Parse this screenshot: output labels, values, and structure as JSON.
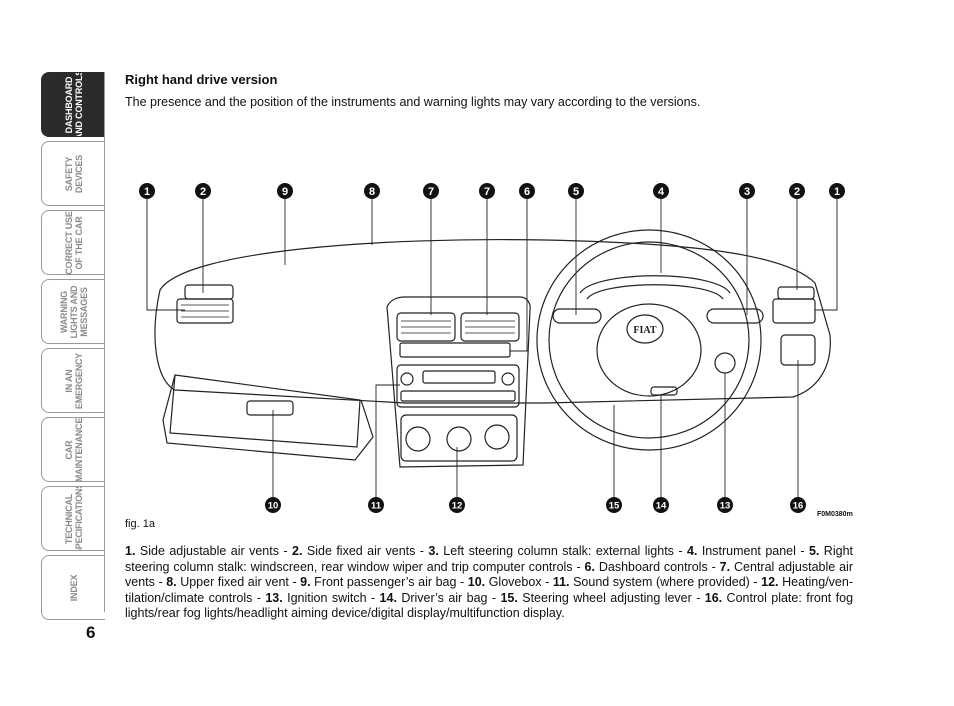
{
  "sidebar": {
    "tabs": [
      {
        "label": "DASHBOARD\nAND CONTROLS",
        "active": true
      },
      {
        "label": "SAFETY\nDEVICES",
        "active": false
      },
      {
        "label": "CORRECT USE\nOF THE CAR",
        "active": false
      },
      {
        "label": "WARNING\nLIGHTS AND\nMESSAGES",
        "active": false
      },
      {
        "label": "IN AN\nEMERGENCY",
        "active": false
      },
      {
        "label": "CAR\nMAINTENANCE",
        "active": false
      },
      {
        "label": "TECHNICAL\nSPECIFICATIONS",
        "active": false
      },
      {
        "label": "INDEX",
        "active": false
      }
    ]
  },
  "page": {
    "number": "6",
    "heading": "Right hand drive version",
    "intro": "The presence and the position of the instruments and warning lights may vary according to the versions."
  },
  "figure": {
    "label": "fig. 1a",
    "code": "F0M0380m",
    "brand_text": "FIAT",
    "top_callouts": [
      "1",
      "2",
      "9",
      "8",
      "7",
      "7",
      "6",
      "5",
      "4",
      "3",
      "2",
      "1"
    ],
    "bottom_callouts": [
      "10",
      "11",
      "12",
      "15",
      "14",
      "13",
      "16"
    ]
  },
  "caption": {
    "items": [
      {
        "num": "1.",
        "text": " Side adjustable air vents - "
      },
      {
        "num": "2.",
        "text": " Side fixed air vents - "
      },
      {
        "num": "3.",
        "text": " Left steering column stalk: external lights - "
      },
      {
        "num": "4.",
        "text": " Instrument panel - "
      },
      {
        "num": "5.",
        "text": " Right steering column stalk: windscreen, rear window wiper and trip computer controls - "
      },
      {
        "num": "6.",
        "text": " Dashboard controls - "
      },
      {
        "num": "7.",
        "text": " Central adjustable air vents - "
      },
      {
        "num": "8.",
        "text": " Upper fixed air vent - "
      },
      {
        "num": "9.",
        "text": " Front passenger’s air bag - "
      },
      {
        "num": "10.",
        "text": " Glovebox - "
      },
      {
        "num": "11.",
        "text": " Sound system (where provided) - "
      },
      {
        "num": "12.",
        "text": " Heating/ven­tilation/climate controls - "
      },
      {
        "num": "13.",
        "text": " Ignition switch - "
      },
      {
        "num": "14.",
        "text": " Driver’s air bag - "
      },
      {
        "num": "15.",
        "text": " Steering wheel adjusting lever - "
      },
      {
        "num": "16.",
        "text": " Control plate: front fog lights/rear fog lights/headlight aiming device/digital display/multifunction display."
      }
    ]
  }
}
